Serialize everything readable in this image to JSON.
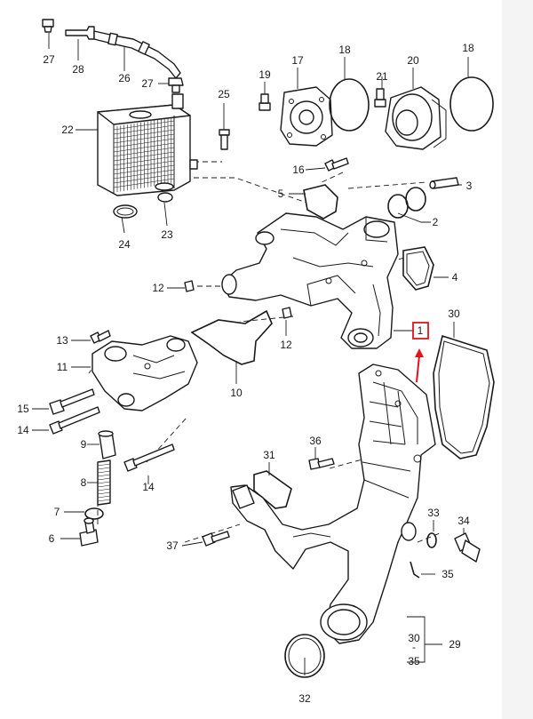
{
  "diagram": {
    "callouts": [
      "27",
      "28",
      "26",
      "27",
      "22",
      "25",
      "24",
      "23",
      "19",
      "17",
      "18",
      "21",
      "20",
      "18",
      "16",
      "5",
      "3",
      "2",
      "4",
      "12",
      "12",
      "1",
      "30",
      "13",
      "11",
      "10",
      "15",
      "14",
      "9",
      "36",
      "31",
      "8",
      "14",
      "7",
      "33",
      "34",
      "6",
      "37",
      "35",
      "30",
      "-",
      "35",
      "29",
      "32"
    ],
    "highlight": {
      "label": "1",
      "color": "#e0141b"
    }
  },
  "colors": {
    "line": "#1a1a1a",
    "highlight": "#e0141b",
    "background": "#ffffff",
    "edge": "#f4f4f4"
  }
}
